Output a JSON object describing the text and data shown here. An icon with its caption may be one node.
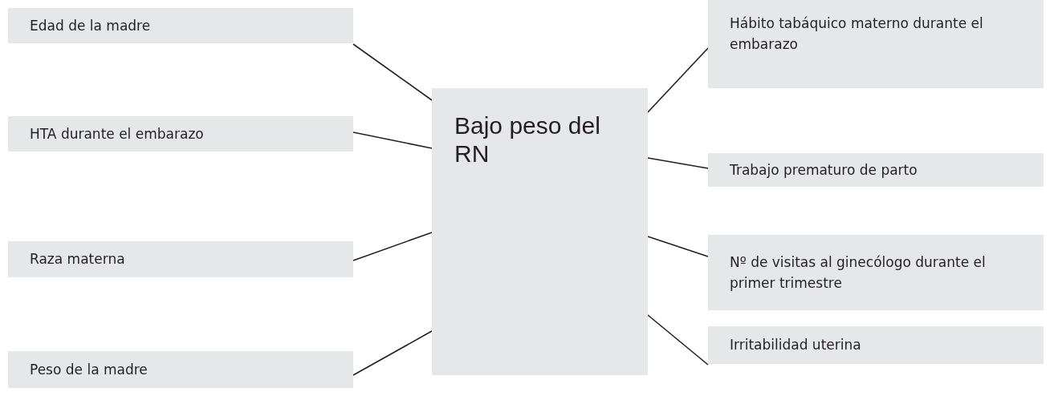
{
  "diagram": {
    "nodes": [
      {
        "text": [
          "Bajo peso del RN"
        ]
      },
      {
        "text": [
          "Edad de la madre"
        ]
      },
      {
        "text": [
          "HTA durante el embarazo"
        ]
      },
      {
        "text": [
          "Raza materna"
        ]
      },
      {
        "text": [
          "Peso de la madre"
        ]
      },
      {
        "text": [
          "Hábito tabáquico materno durante el embarazo"
        ]
      },
      {
        "text": [
          "Trabajo prematuro de parto"
        ]
      },
      {
        "text": [
          "Nº de visitas al ginecólogo durante el primer trimestre"
        ]
      },
      {
        "text": [
          "Irritabilidad uterina"
        ]
      }
    ],
    "edges": [
      {
        "from": 1,
        "to": 0,
        "arrow": "none"
      },
      {
        "from": 2,
        "to": 0,
        "arrow": "none"
      },
      {
        "from": 3,
        "to": 0,
        "arrow": "none"
      },
      {
        "from": 4,
        "to": 0,
        "arrow": "none"
      },
      {
        "from": 5,
        "to": 0,
        "arrow": "none"
      },
      {
        "from": 6,
        "to": 0,
        "arrow": "none"
      },
      {
        "from": 7,
        "to": 0,
        "arrow": "none"
      },
      {
        "from": 8,
        "to": 0,
        "arrow": "none"
      }
    ]
  }
}
